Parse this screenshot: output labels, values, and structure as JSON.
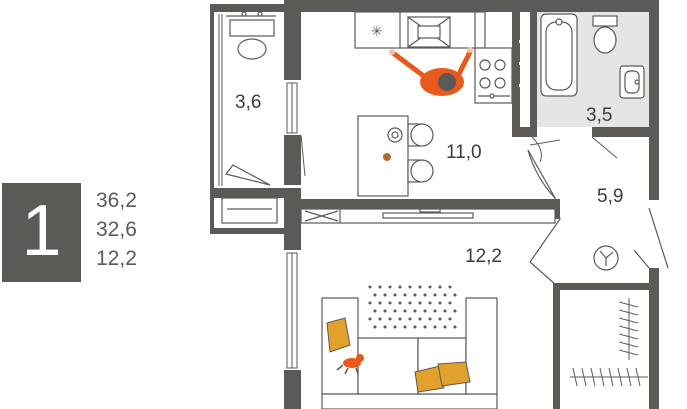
{
  "unit": {
    "rooms_count": "1",
    "area_total": "36,2",
    "area_living_adjusted": "32,6",
    "area_living": "12,2"
  },
  "rooms": [
    {
      "id": "balcony",
      "area": "3,6"
    },
    {
      "id": "kitchen",
      "area": "11,0"
    },
    {
      "id": "bathroom",
      "area": "3,5"
    },
    {
      "id": "hallway",
      "area": "5,9"
    },
    {
      "id": "living-room",
      "area": "12,2"
    }
  ],
  "colors": {
    "wall": "#5b5a57",
    "floor_wet": "#e6e5e3",
    "accent": "#e9591c",
    "pillow": "#e2a02c"
  }
}
